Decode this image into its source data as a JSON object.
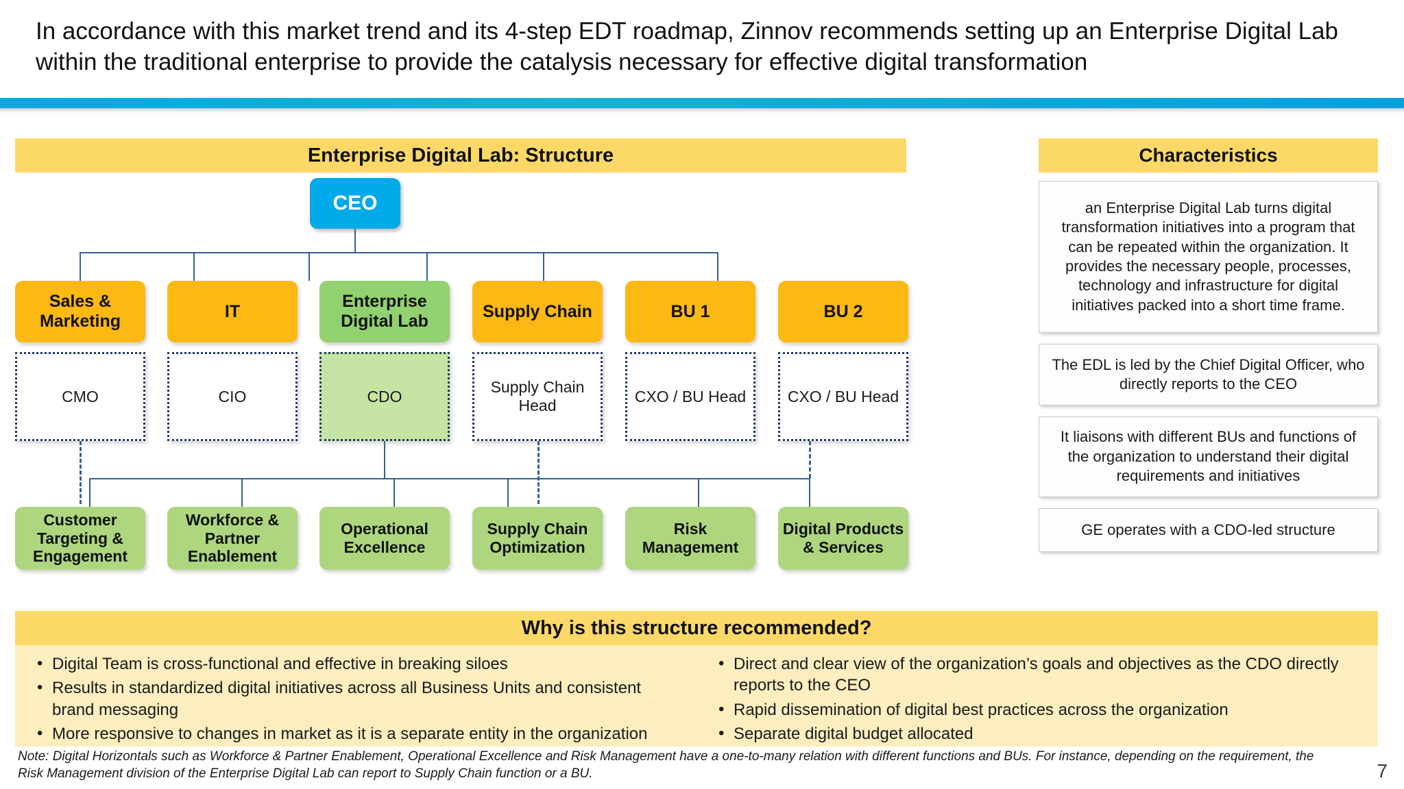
{
  "headline": "In accordance with this market trend and its 4-step EDT roadmap, Zinnov recommends setting up an Enterprise Digital Lab within the traditional enterprise to provide the catalysis necessary for effective digital transformation",
  "colors": {
    "accent_bar": "#00a9e0",
    "band_yellow": "#fcd966",
    "orange_node": "#fcb813",
    "green_node": "#92d16f",
    "light_green_node": "#aed67f",
    "role_fill_green": "#c6e5a5",
    "ceo_blue": "#00a9e7",
    "dashed_border": "#1f3864",
    "why_body": "#fdeec0"
  },
  "structure": {
    "band_title": "Enterprise Digital Lab: Structure",
    "ceo": "CEO",
    "departments": [
      {
        "label": "Sales & Marketing",
        "color": "orange"
      },
      {
        "label": "IT",
        "color": "orange"
      },
      {
        "label": "Enterprise Digital Lab",
        "color": "green"
      },
      {
        "label": "Supply Chain",
        "color": "orange"
      },
      {
        "label": "BU 1",
        "color": "orange"
      },
      {
        "label": "BU 2",
        "color": "orange"
      }
    ],
    "roles": [
      {
        "label": "CMO",
        "fill": "white"
      },
      {
        "label": "CIO",
        "fill": "white"
      },
      {
        "label": "CDO",
        "fill": "green"
      },
      {
        "label": "Supply Chain Head",
        "fill": "white"
      },
      {
        "label": "CXO / BU Head",
        "fill": "white"
      },
      {
        "label": "CXO / BU Head",
        "fill": "white"
      }
    ],
    "horizontals": [
      {
        "label": "Customer Targeting & Engagement"
      },
      {
        "label": "Workforce & Partner Enablement"
      },
      {
        "label": "Operational Excellence"
      },
      {
        "label": "Supply Chain Optimization"
      },
      {
        "label": "Risk Management"
      },
      {
        "label": "Digital Products & Services"
      }
    ]
  },
  "characteristics": {
    "band_title": "Characteristics",
    "items": [
      "an Enterprise Digital Lab turns digital transformation initiatives into a program that can be repeated within the organization. It provides the necessary people, processes, technology and infrastructure for digital initiatives packed into a short time frame.",
      "The EDL is led by the Chief Digital Officer, who directly reports to the CEO",
      "It liaisons with different BUs and functions of the organization to understand their digital requirements and initiatives",
      "GE operates with a CDO-led structure"
    ]
  },
  "why": {
    "band_title": "Why is this structure recommended?",
    "left_bullets": [
      "Digital Team is cross-functional and effective in breaking siloes",
      "Results in standardized digital initiatives across all Business Units and consistent brand messaging",
      "More responsive to changes in market as it is a separate entity in the organization"
    ],
    "right_bullets": [
      "Direct and clear view of the organization’s goals and objectives as the CDO directly reports to the CEO",
      "Rapid dissemination of digital best practices across the organization",
      "Separate digital budget allocated"
    ]
  },
  "note": "Note: Digital Horizontals such as Workforce & Partner Enablement, Operational Excellence and Risk Management have a one-to-many relation with different functions and BUs. For instance, depending on the requirement, the Risk Management division of the Enterprise Digital Lab can report to Supply Chain function or a BU.",
  "page_number": "7"
}
